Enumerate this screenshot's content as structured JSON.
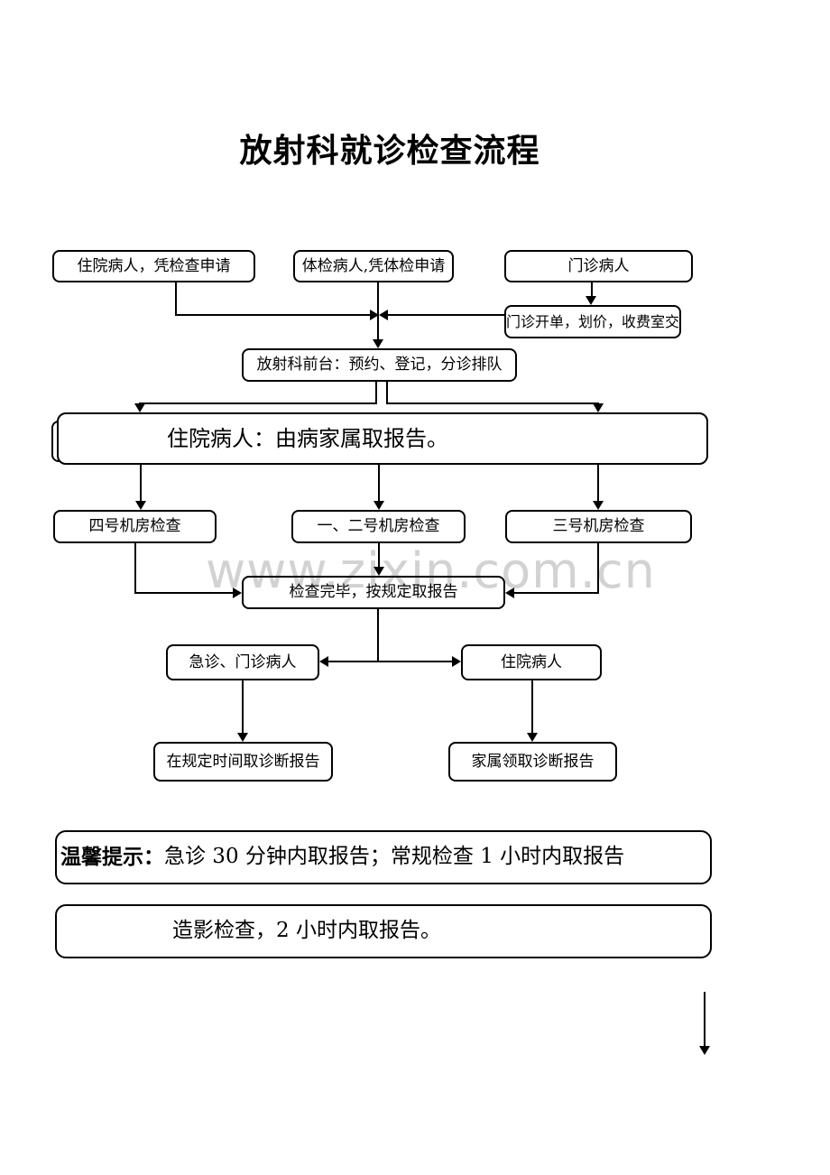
{
  "title": "放射科就诊检查流程",
  "watermark": "www.zixin.com.cn",
  "flowchart": {
    "nodes": {
      "inpatient_request": {
        "label": "住院病人，凭检查申请"
      },
      "physical_exam": {
        "label": "体检病人,凭体检申请"
      },
      "outpatient": {
        "label": "门诊病人"
      },
      "outpatient_billing": {
        "label": "门诊开单，划价，收费室交"
      },
      "front_desk": {
        "label": "放射科前台：预约、登记，分诊排队"
      },
      "inpatient_report": {
        "label": "住院病人：由病家属取报告。"
      },
      "room4": {
        "label": "四号机房检查"
      },
      "room12": {
        "label": "一、二号机房检查"
      },
      "room3": {
        "label": "三号机房检查"
      },
      "exam_done": {
        "label": "检查完毕，按规定取报告"
      },
      "er_outpatient": {
        "label": "急诊、门诊病人"
      },
      "inpatient_pickup": {
        "label": "住院病人"
      },
      "scheduled_report": {
        "label": "在规定时间取诊断报告"
      },
      "family_report": {
        "label": "家属领取诊断报告"
      }
    }
  },
  "notices": {
    "tip_label": "温馨提示：",
    "tip_text": "急诊 30 分钟内取报告；常规检查 1 小时内取报告",
    "contrast_text": "造影检查，2 小时内取报告。"
  },
  "colors": {
    "line": "#000000",
    "watermark": "#d2d2d2",
    "background": "#ffffff"
  }
}
